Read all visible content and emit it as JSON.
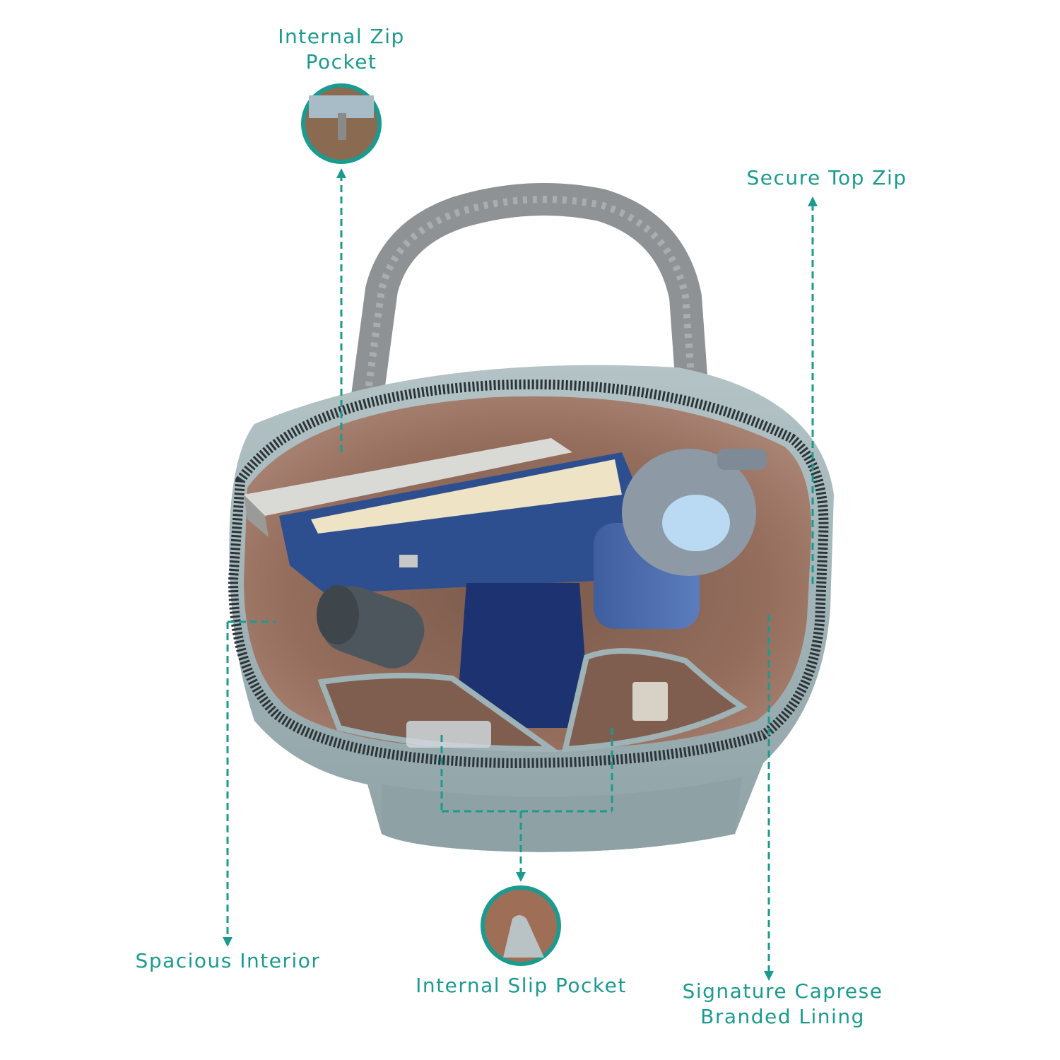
{
  "colors": {
    "accent": "#1b9a8f",
    "bag_body": "#9fb2b5",
    "lining": "#8a6452",
    "notebook": "#2d4f8f",
    "handle": "#8e9294"
  },
  "callouts": {
    "internal_zip_pocket": {
      "line1": "Internal Zip",
      "line2": "Pocket"
    },
    "secure_top_zip": {
      "line1": "Secure Top Zip"
    },
    "spacious_interior": {
      "line1": "Spacious Interior"
    },
    "internal_slip_pocket": {
      "line1": "Internal Slip Pocket"
    },
    "signature_lining": {
      "line1": "Signature Caprese",
      "line2": "Branded Lining"
    }
  }
}
